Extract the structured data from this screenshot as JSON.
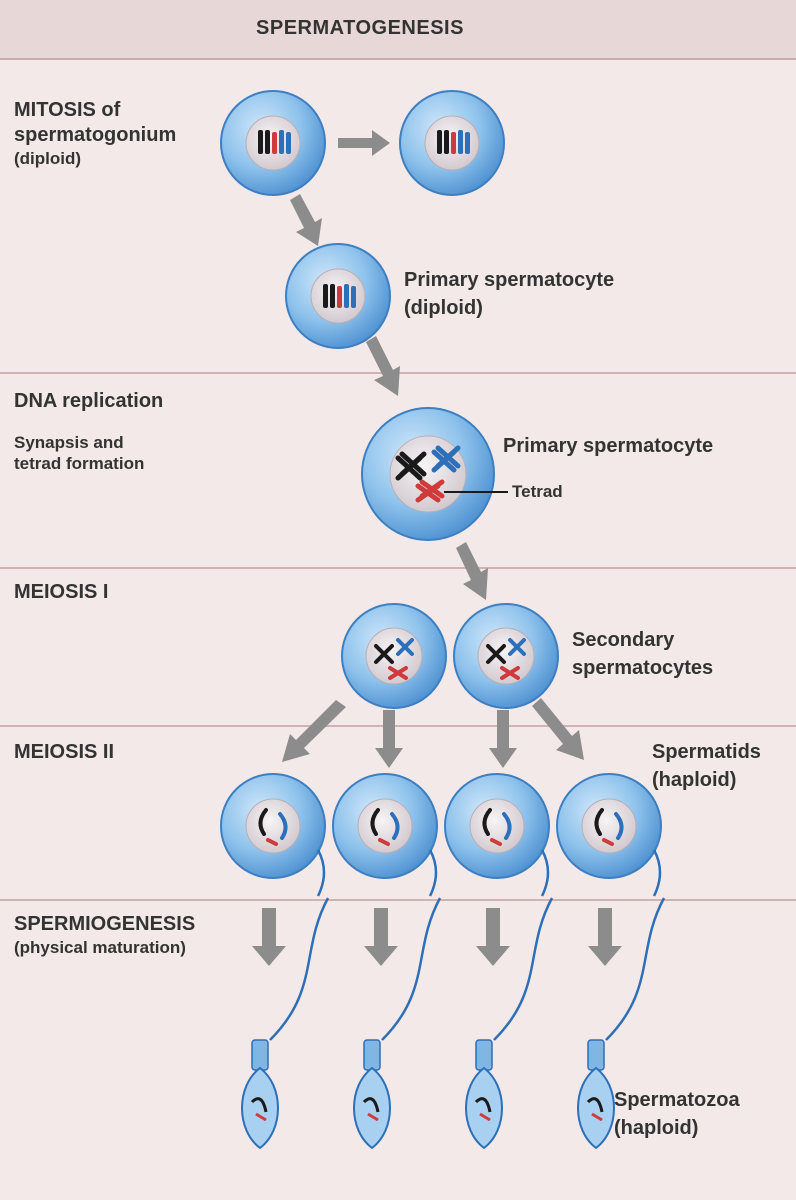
{
  "title": "SPERMATOGENESIS",
  "stages": {
    "mitosis": {
      "line1": "MITOSIS of",
      "line2": "spermatogonium",
      "line3": "(diploid)"
    },
    "dna_replication": "DNA replication",
    "synapsis": {
      "line1": "Synapsis and",
      "line2": "tetrad formation"
    },
    "meiosis1": "MEIOSIS I",
    "meiosis2": "MEIOSIS II",
    "spermiogenesis": {
      "line1": "SPERMIOGENESIS",
      "line2": "(physical maturation)"
    }
  },
  "cells": {
    "primary_diploid": {
      "line1": "Primary spermatocyte",
      "line2": "(diploid)"
    },
    "primary": "Primary spermatocyte",
    "tetrad": "Tetrad",
    "secondary": {
      "line1": "Secondary",
      "line2": "spermatocytes"
    },
    "spermatids": {
      "line1": "Spermatids",
      "line2": "(haploid)"
    },
    "spermatozoa": {
      "line1": "Spermatozoa",
      "line2": "(haploid)"
    }
  },
  "colors": {
    "background": "#f3e9e9",
    "cell_fill": "#8fc3ec",
    "cell_edge": "#3d7fc0",
    "nucleus": "#e9e4e7",
    "chrom_black": "#1a1a1a",
    "chrom_red": "#d03a3a",
    "chrom_blue": "#2d6fb8",
    "arrow": "#8a8a8a"
  }
}
